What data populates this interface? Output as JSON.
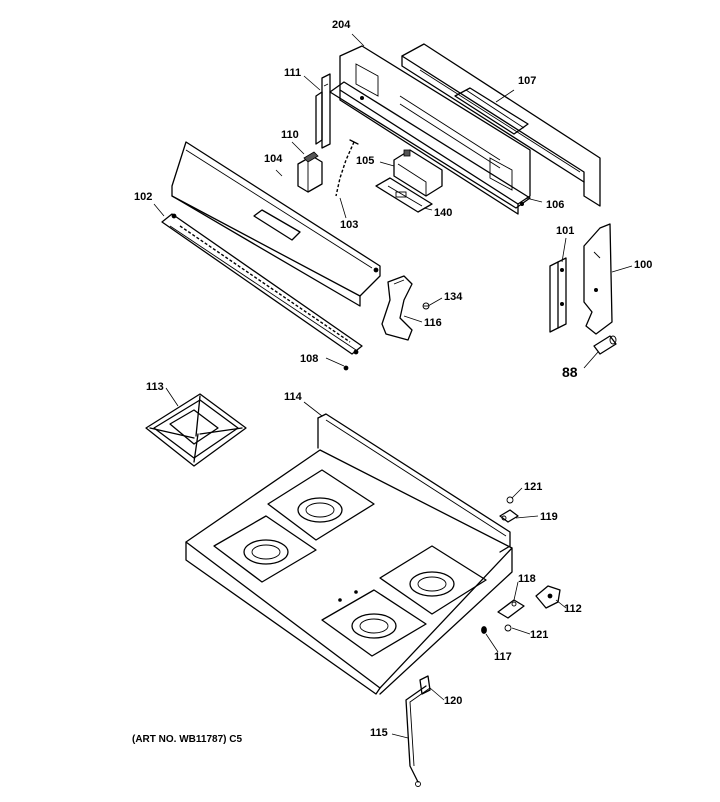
{
  "header_text": "",
  "art_number": "(ART NO. WB11787) C5",
  "parts": [
    {
      "key": "p204",
      "number": "204"
    },
    {
      "key": "p107",
      "number": "107"
    },
    {
      "key": "p111",
      "number": "111"
    },
    {
      "key": "p110",
      "number": "110"
    },
    {
      "key": "p104",
      "number": "104"
    },
    {
      "key": "p105",
      "number": "105"
    },
    {
      "key": "p106",
      "number": "106"
    },
    {
      "key": "p102",
      "number": "102"
    },
    {
      "key": "p103",
      "number": "103"
    },
    {
      "key": "p140",
      "number": "140"
    },
    {
      "key": "p101",
      "number": "101"
    },
    {
      "key": "p100",
      "number": "100"
    },
    {
      "key": "p134",
      "number": "134"
    },
    {
      "key": "p116",
      "number": "116"
    },
    {
      "key": "p108",
      "number": "108"
    },
    {
      "key": "p88",
      "number": "88"
    },
    {
      "key": "p113",
      "number": "113"
    },
    {
      "key": "p114",
      "number": "114"
    },
    {
      "key": "p121a",
      "number": "121"
    },
    {
      "key": "p119",
      "number": "119"
    },
    {
      "key": "p118",
      "number": "118"
    },
    {
      "key": "p112",
      "number": "112"
    },
    {
      "key": "p121b",
      "number": "121"
    },
    {
      "key": "p117",
      "number": "117"
    },
    {
      "key": "p120",
      "number": "120"
    },
    {
      "key": "p115",
      "number": "115"
    }
  ]
}
